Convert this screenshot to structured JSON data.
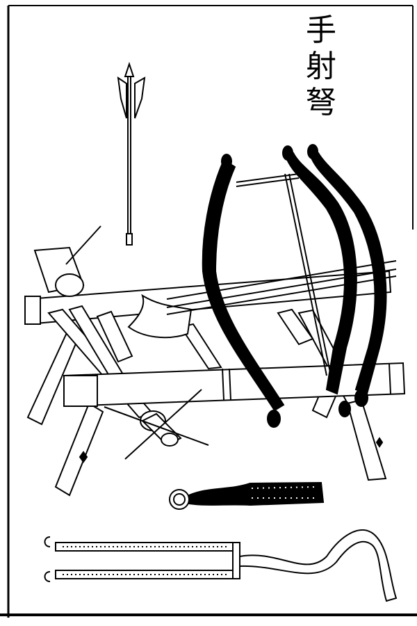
{
  "title": {
    "text": "手射弩",
    "chars": [
      "手",
      "射",
      "弩"
    ]
  },
  "colors": {
    "ink": "#000000",
    "paper": "#ffffff"
  },
  "illustration": {
    "objects": [
      "arrow",
      "crossbow-frame",
      "crossbow-bows",
      "handle-grip",
      "hook-cord"
    ]
  }
}
